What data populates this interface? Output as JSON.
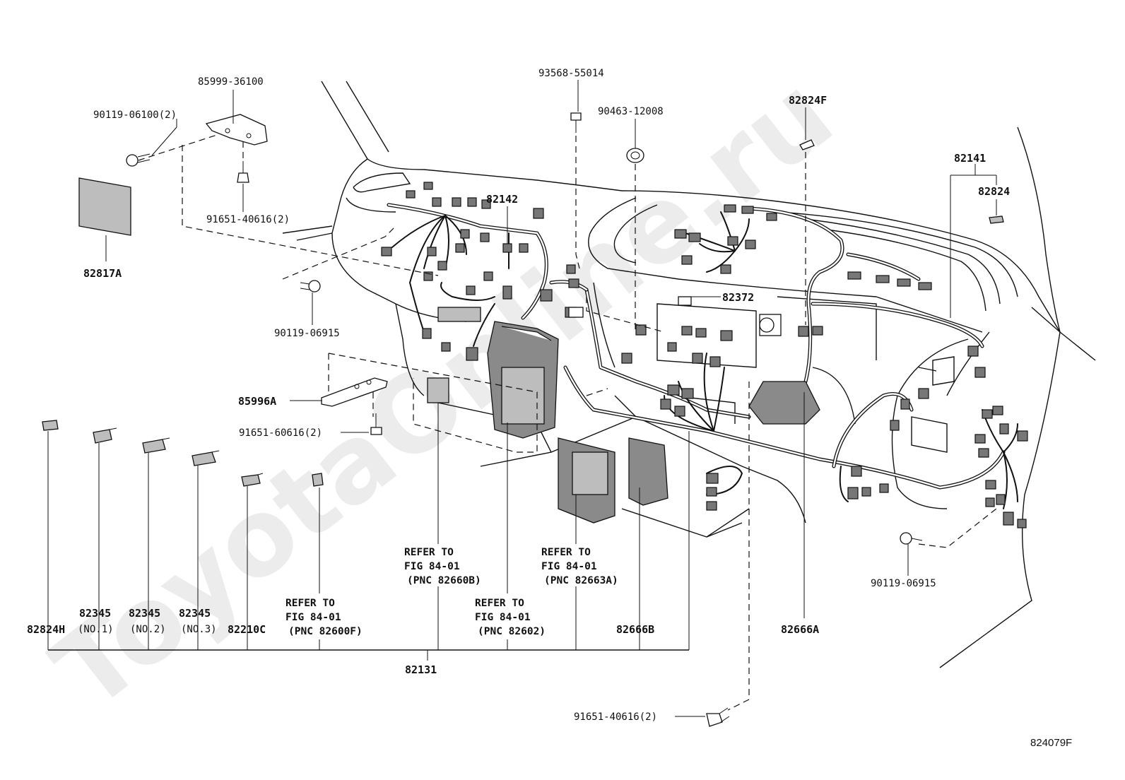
{
  "watermark": "ToyotaOnline.ru",
  "figure_code": "824079F",
  "parts": {
    "p85999_36100": "85999-36100",
    "p90119_06100": "90119-06100(2)",
    "p91651_40616_top": "91651-40616(2)",
    "p82817A": "82817A",
    "p90119_06915_left": "90119-06915",
    "p85996A": "85996A",
    "p91651_60616": "91651-60616(2)",
    "p93568_55014": "93568-55014",
    "p90463_12008": "90463-12008",
    "p82824F": "82824F",
    "p82141": "82141",
    "p82824": "82824",
    "p82142": "82142",
    "p82372": "82372",
    "p90119_06915_right": "90119-06915",
    "p91651_40616_bottom": "91651-40616(2)",
    "p82824H": "82824H",
    "p82345_1": "82345",
    "p82345_1_sub": "(NO.1)",
    "p82345_2": "82345",
    "p82345_2_sub": "(NO.2)",
    "p82345_3": "82345",
    "p82345_3_sub": "(NO.3)",
    "p82210C": "82210C",
    "p82666B": "82666B",
    "p82666A": "82666A",
    "p82131": "82131"
  },
  "refer_notes": {
    "ref_82600F": [
      "REFER TO",
      "FIG 84-01",
      "(PNC 82600F)"
    ],
    "ref_82660B": [
      "REFER TO",
      "FIG 84-01",
      "(PNC 82660B)"
    ],
    "ref_82602": [
      "REFER TO",
      "FIG 84-01",
      "(PNC 82602)"
    ],
    "ref_82663A": [
      "REFER TO",
      "FIG 84-01",
      "(PNC 82663A)"
    ]
  }
}
